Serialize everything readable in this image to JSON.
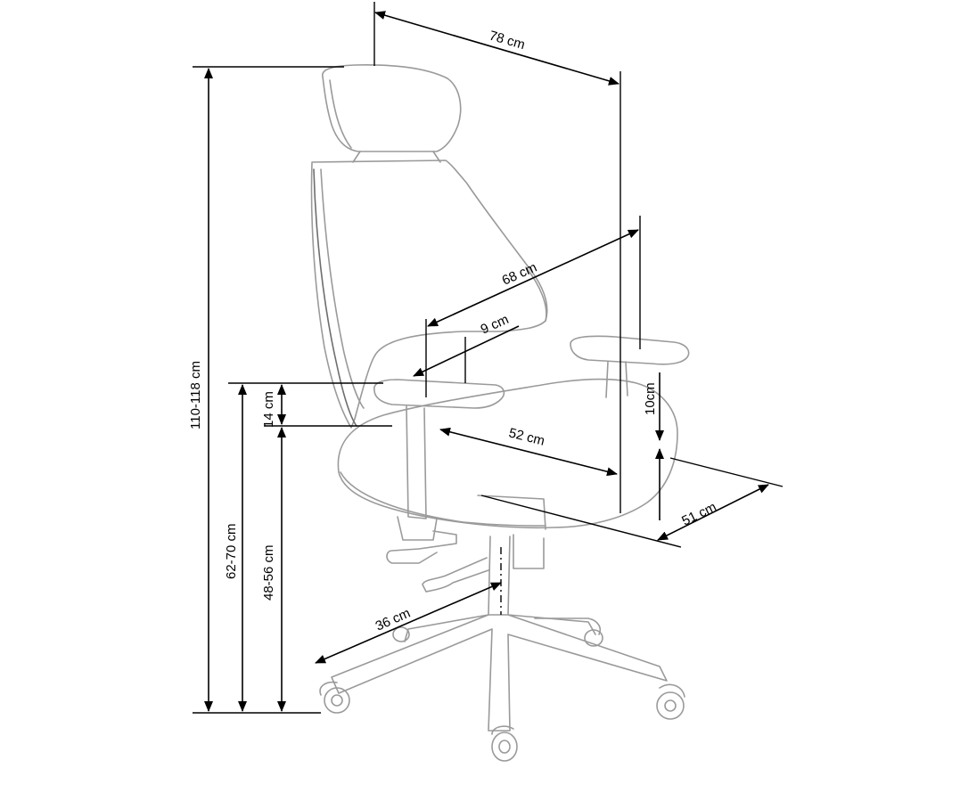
{
  "dimensions": {
    "depth_overall": "78 cm",
    "height_overall": "110-118 cm",
    "armrest_depth": "68 cm",
    "armrest_width": "9 cm",
    "armrest_above_seat": "14 cm",
    "armrest_height": "62-70 cm",
    "seat_height": "48-56 cm",
    "seat_depth": "52 cm",
    "armrest_adjust": "10cm",
    "seat_width": "51 cm",
    "base_radius": "36 cm"
  }
}
